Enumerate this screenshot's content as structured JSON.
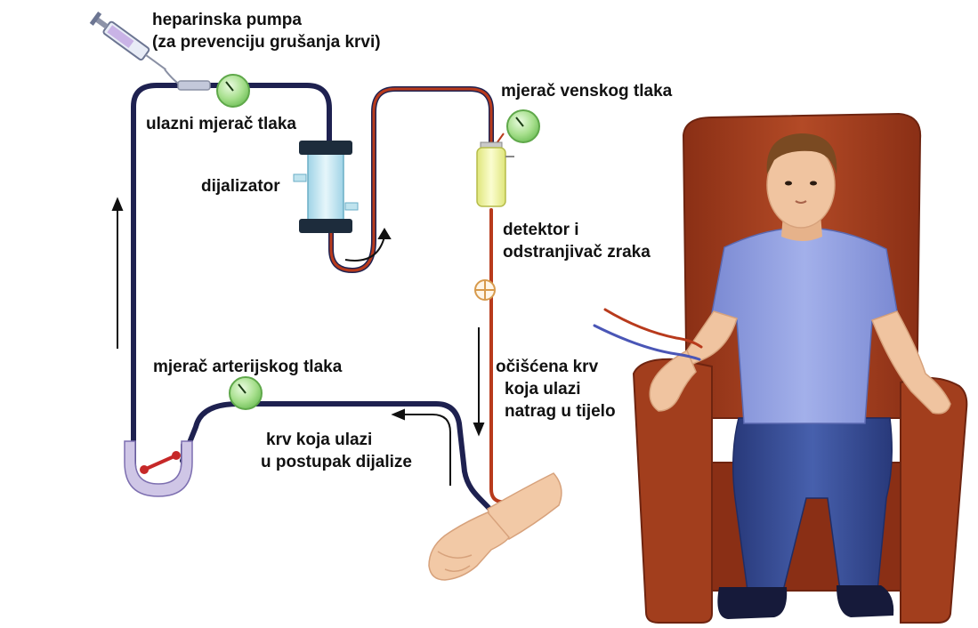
{
  "labels": {
    "heparin_pump": [
      "heparinska pumpa",
      "(za prevenciju grušanja krvi)"
    ],
    "inlet_pressure": "ulazni mjerač tlaka",
    "dialyzer": "dijalizator",
    "venous_pressure": "mjerač venskog tlaka",
    "air_detector": [
      "detektor i",
      "odstranjivač zraka"
    ],
    "arterial_pressure": "mjerač arterijskog tlaka",
    "clean_blood": [
      "očišćena krv",
      "koja ulazi",
      "natrag u tijelo"
    ],
    "blood_in": [
      "krv koja ulazi",
      "u postupak dijalize"
    ]
  },
  "colors": {
    "arterial_line": "#1e2150",
    "venous_line": "#b83a1c",
    "gauge": "#9edc86",
    "dialyzer_body": "#bfe3ee",
    "dialyzer_caps": "#1d2c3c",
    "air_trap": "#eef29a",
    "chair": "#9b3a1e",
    "shirt": "#8f9ee0",
    "jeans": "#334a93",
    "skin": "#f0c4a0",
    "hair": "#7a4a22"
  }
}
